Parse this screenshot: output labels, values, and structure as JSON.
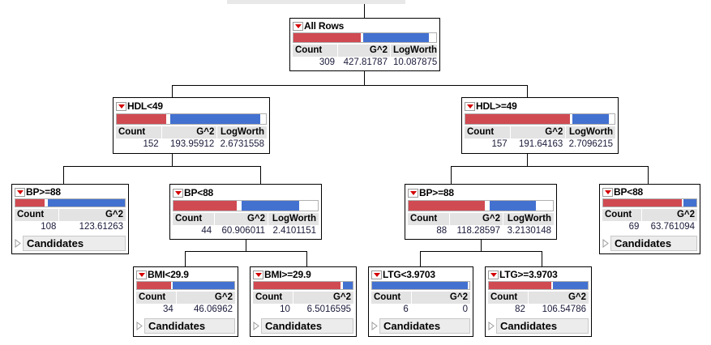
{
  "view": {
    "type": "decision-tree-partition",
    "background": "#ffffff",
    "colors": {
      "bar_red": "#d04a52",
      "bar_blue": "#4371d0",
      "header_gray": "#e3e3e3",
      "button_gray": "#ececec",
      "triangle_red": "#d40000",
      "line": "#000000"
    }
  },
  "columns": {
    "count": "Count",
    "g2": "G^2",
    "logworth": "LogWorth"
  },
  "candidates_label": "Candidates",
  "nodes": {
    "root": {
      "label": "All Rows",
      "count": "309",
      "g2": "427.81787",
      "logworth": "10.087875",
      "has_logworth": true,
      "has_candidates": false,
      "red_pct": 47,
      "blue_pct": 46
    },
    "hdl_lt": {
      "label": "HDL<49",
      "count": "152",
      "g2": "193.95912",
      "logworth": "2.6731558",
      "has_logworth": true,
      "has_candidates": false,
      "red_pct": 33,
      "blue_pct": 60
    },
    "hdl_ge": {
      "label": "HDL>=49",
      "count": "157",
      "g2": "191.64163",
      "logworth": "2.7096215",
      "has_logworth": true,
      "has_candidates": false,
      "red_pct": 70,
      "blue_pct": 24
    },
    "bp_ge_left": {
      "label": "BP>=88",
      "count": "108",
      "g2": "123.61263",
      "logworth": "",
      "has_logworth": false,
      "has_candidates": true,
      "red_pct": 27,
      "blue_pct": 70
    },
    "bp_lt_left": {
      "label": "BP<88",
      "count": "44",
      "g2": "60.906011",
      "logworth": "2.4101151",
      "has_logworth": true,
      "has_candidates": false,
      "red_pct": 44,
      "blue_pct": 40
    },
    "bp_ge_right": {
      "label": "BP>=88",
      "count": "88",
      "g2": "118.28597",
      "logworth": "3.2130148",
      "has_logworth": true,
      "has_candidates": false,
      "red_pct": 53,
      "blue_pct": 32
    },
    "bp_lt_right": {
      "label": "BP<88",
      "count": "69",
      "g2": "63.761094",
      "logworth": "",
      "has_logworth": false,
      "has_candidates": true,
      "red_pct": 84,
      "blue_pct": 14
    },
    "bmi_lt": {
      "label": "BMI<29.9",
      "count": "34",
      "g2": "46.06962",
      "logworth": "",
      "has_logworth": false,
      "has_candidates": true,
      "red_pct": 35,
      "blue_pct": 63
    },
    "bmi_ge": {
      "label": "BMI>=29.9",
      "count": "10",
      "g2": "6.5016595",
      "logworth": "",
      "has_logworth": false,
      "has_candidates": true,
      "red_pct": 88,
      "blue_pct": 10
    },
    "ltg_lt": {
      "label": "LTG<3.9703",
      "count": "6",
      "g2": "0",
      "logworth": "",
      "has_logworth": false,
      "has_candidates": true,
      "red_pct": 0,
      "blue_pct": 98
    },
    "ltg_ge": {
      "label": "LTG>=3.9703",
      "count": "82",
      "g2": "106.54786",
      "logworth": "",
      "has_logworth": false,
      "has_candidates": true,
      "red_pct": 63,
      "blue_pct": 35
    }
  }
}
